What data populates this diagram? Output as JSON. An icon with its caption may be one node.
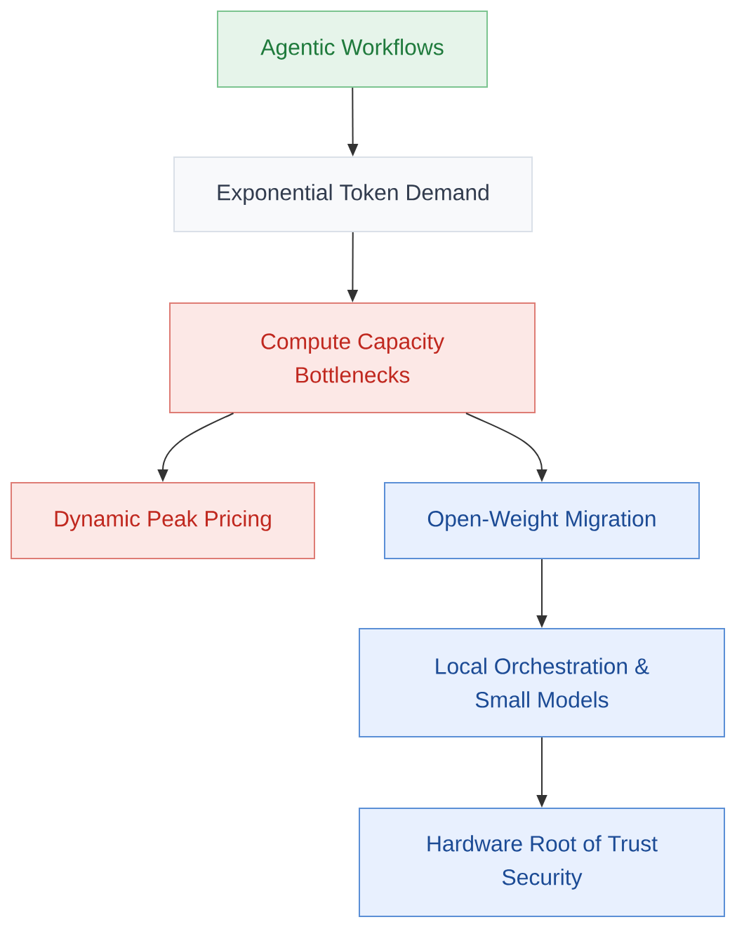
{
  "diagram": {
    "nodes": [
      {
        "text": [
          "Agentic Workflows"
        ]
      },
      {
        "text": [
          "Exponential Token Demand"
        ]
      },
      {
        "text": [
          "Compute Capacity Bottlenecks"
        ]
      },
      {
        "text": [
          "Dynamic Peak Pricing"
        ]
      },
      {
        "text": [
          "Open-Weight Migration"
        ]
      },
      {
        "text": [
          "Local Orchestration & Small Models"
        ]
      },
      {
        "text": [
          "Hardware Root of Trust Security"
        ]
      }
    ],
    "edges": [
      {
        "from": 0,
        "to": 1,
        "arrow": "to"
      },
      {
        "from": 1,
        "to": 2,
        "arrow": "to"
      },
      {
        "from": 2,
        "to": 3,
        "arrow": "to"
      },
      {
        "from": 2,
        "to": 4,
        "arrow": "to"
      },
      {
        "from": 4,
        "to": 5,
        "arrow": "to"
      },
      {
        "from": 5,
        "to": 6,
        "arrow": "to"
      }
    ]
  }
}
